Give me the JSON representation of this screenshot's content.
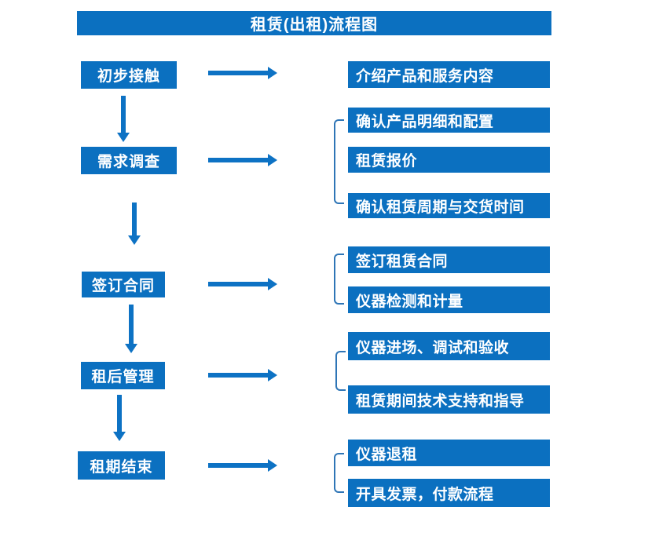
{
  "title": "租赁(出租)流程图",
  "colors": {
    "box": "#0b70c0",
    "arrow": "#0d72c4",
    "bracket": "#2e75b6",
    "text": "#ffffff",
    "background": "#ffffff"
  },
  "stages": [
    {
      "label": "初步接触",
      "outputs": [
        "介绍产品和服务内容"
      ]
    },
    {
      "label": "需求调查",
      "outputs": [
        "确认产品明细和配置",
        "租赁报价",
        "确认租赁周期与交货时间"
      ]
    },
    {
      "label": "签订合同",
      "outputs": [
        "签订租赁合同",
        "仪器检测和计量"
      ]
    },
    {
      "label": "租后管理",
      "outputs": [
        "仪器进场、调试和验收",
        "租赁期间技术支持和指导"
      ]
    },
    {
      "label": "租期结束",
      "outputs": [
        "仪器退租",
        "开具发票，付款流程"
      ]
    }
  ]
}
